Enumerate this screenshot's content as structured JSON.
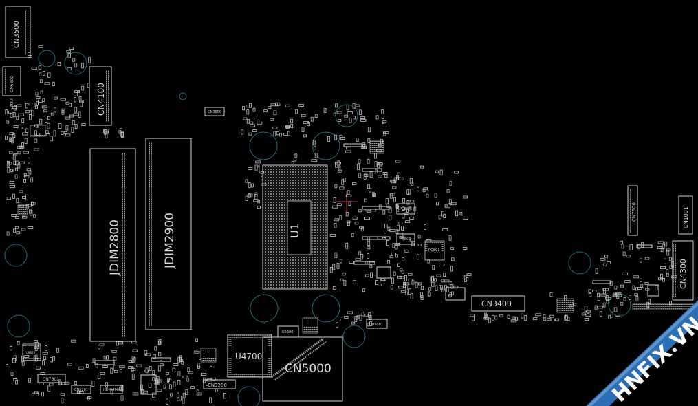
{
  "board": {
    "connectors": {
      "cn3500": "CN3500",
      "cn6300": "CN6300",
      "cn4100": "CN4100",
      "cn3400": "CN3400",
      "cn4300": "CN4300",
      "cn7600": "CN7600",
      "cn1001": "CN1001",
      "cn5000": "CN5000",
      "cn3200": "CN3200",
      "cn7601": "CN7601",
      "cn5201": "CN5201",
      "cn5001": "CN5001",
      "cn3600": "CN3600",
      "hdmi": "HDMI400"
    },
    "dimms": {
      "jdim2800": "JDIM2800",
      "jdim2900": "JDIM2900"
    },
    "chips": {
      "u1": "U1",
      "u4700": "U4700",
      "u5600": "U5600",
      "pq801": "PQ801",
      "pq804": "PQ804",
      "pq803": "PQ803",
      "u8620": "U8620"
    }
  },
  "watermark": {
    "text": "HNFIX.VN",
    "color": "#2d6fb6"
  },
  "colors": {
    "background": "#000000",
    "outline": "#cfcfcf",
    "hole": "#1f6f77",
    "marker": "#c0392b"
  }
}
